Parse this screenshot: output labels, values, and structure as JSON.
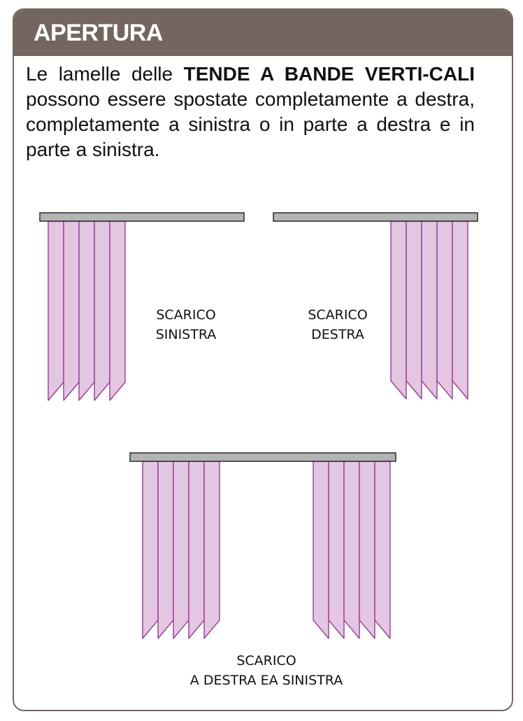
{
  "header": {
    "title": "APERTURA"
  },
  "intro": {
    "text_before": "Le lamelle delle ",
    "bold": "TENDE A BANDE VERTI-CALI",
    "text_after": " possono essere spostate completamente a destra, completamente a sinistra o in parte a destra e in parte a sinistra."
  },
  "diagrams": {
    "left": {
      "line1": "SCARICO",
      "line2": "SINISTRA"
    },
    "right": {
      "line1": "SCARICO",
      "line2": "DESTRA"
    },
    "split": {
      "line1": "SCARICO",
      "line2": "A DESTRA EA SINISTRA"
    }
  },
  "colors": {
    "header": "#74665f",
    "rail_fill": "#b4b4b4",
    "rail_stroke": "#2a2a2a",
    "slat_fill": "#e2c6e2",
    "slat_stroke": "#9c3a96"
  }
}
